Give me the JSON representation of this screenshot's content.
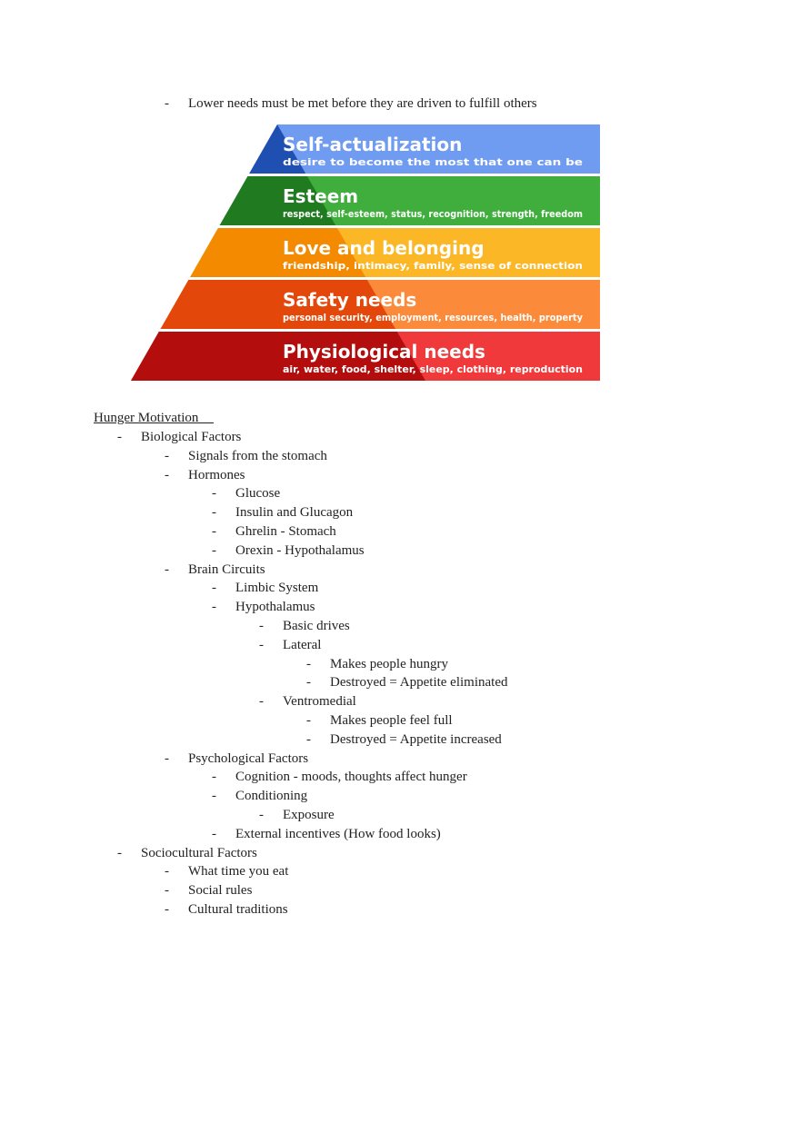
{
  "intro_bullet": {
    "marker": "-",
    "text": "Lower needs must be met before they are driven to fulfill others"
  },
  "pyramid": {
    "tiers": [
      {
        "title": "Self-actualization",
        "subtitle": "desire to become the most that one can be",
        "color": "#6f9bf0",
        "dark": "#1f4fb0"
      },
      {
        "title": "Esteem",
        "subtitle": "respect, self-esteem, status, recognition, strength, freedom",
        "color": "#3fae3c",
        "dark": "#1f7a20"
      },
      {
        "title": "Love and belonging",
        "subtitle": "friendship, intimacy, family, sense of connection",
        "color": "#fbb726",
        "dark": "#f38a00"
      },
      {
        "title": "Safety needs",
        "subtitle": "personal security, employment, resources, health, property",
        "color": "#fb8a3a",
        "dark": "#e3480a"
      },
      {
        "title": "Physiological needs",
        "subtitle": "air, water, food, shelter, sleep, clothing, reproduction",
        "color": "#f0393b",
        "dark": "#b30d0d"
      }
    ]
  },
  "section": {
    "title": "Hunger Motivation",
    "outline": [
      {
        "level": 0,
        "text": "Biological Factors"
      },
      {
        "level": 1,
        "text": "Signals from the stomach"
      },
      {
        "level": 1,
        "text": "Hormones"
      },
      {
        "level": 2,
        "text": "Glucose"
      },
      {
        "level": 2,
        "text": "Insulin and Glucagon"
      },
      {
        "level": 2,
        "text": "Ghrelin - Stomach"
      },
      {
        "level": 2,
        "text": "Orexin - Hypothalamus"
      },
      {
        "level": 1,
        "text": "Brain Circuits"
      },
      {
        "level": 2,
        "text": "Limbic System"
      },
      {
        "level": 2,
        "text": "Hypothalamus"
      },
      {
        "level": 3,
        "text": "Basic drives"
      },
      {
        "level": 3,
        "text": "Lateral"
      },
      {
        "level": 4,
        "text": "Makes people hungry"
      },
      {
        "level": 4,
        "text": "Destroyed = Appetite eliminated"
      },
      {
        "level": 3,
        "text": "Ventromedial"
      },
      {
        "level": 4,
        "text": "Makes people feel full"
      },
      {
        "level": 4,
        "text": "Destroyed = Appetite increased"
      },
      {
        "level": 1,
        "text": "Psychological Factors"
      },
      {
        "level": 2,
        "text": "Cognition - moods, thoughts affect hunger"
      },
      {
        "level": 2,
        "text": "Conditioning"
      },
      {
        "level": 3,
        "text": "Exposure"
      },
      {
        "level": 2,
        "text": "External incentives (How food looks)"
      },
      {
        "level": 0,
        "text": "Sociocultural Factors"
      },
      {
        "level": 1,
        "text": "What time you eat"
      },
      {
        "level": 1,
        "text": "Social rules"
      },
      {
        "level": 1,
        "text": "Cultural traditions"
      }
    ]
  }
}
